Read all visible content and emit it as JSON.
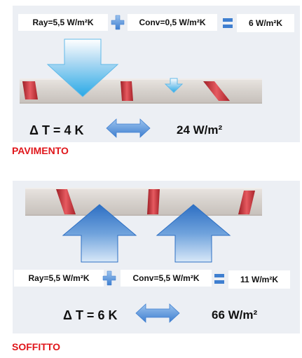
{
  "floor": {
    "title": "PAVIMENTO",
    "radiation": "Ray=5,5 W/m²K",
    "convection": "Conv=0,5 W/m²K",
    "total": "6 W/m²K",
    "delta_t": "Δ T = 4  K",
    "flux": "24 W/m²"
  },
  "ceiling": {
    "title": "SOFFITTO",
    "radiation": "Ray=5,5 W/m²K",
    "convection": "Conv=5,5 W/m²K",
    "total": "11 W/m²K",
    "delta_t": "Δ T = 6  K",
    "flux": "66 W/m²"
  },
  "colors": {
    "title_red": "#e0161b",
    "arrow_blue": "#4a86d0",
    "panel_bg": "#eceff4",
    "slab": "#d9d4cf",
    "pipe_red": "#c8323a"
  },
  "icons": [
    "plus-icon",
    "equals-icon",
    "double-arrow-icon",
    "down-arrow-icon",
    "up-arrow-icon"
  ]
}
